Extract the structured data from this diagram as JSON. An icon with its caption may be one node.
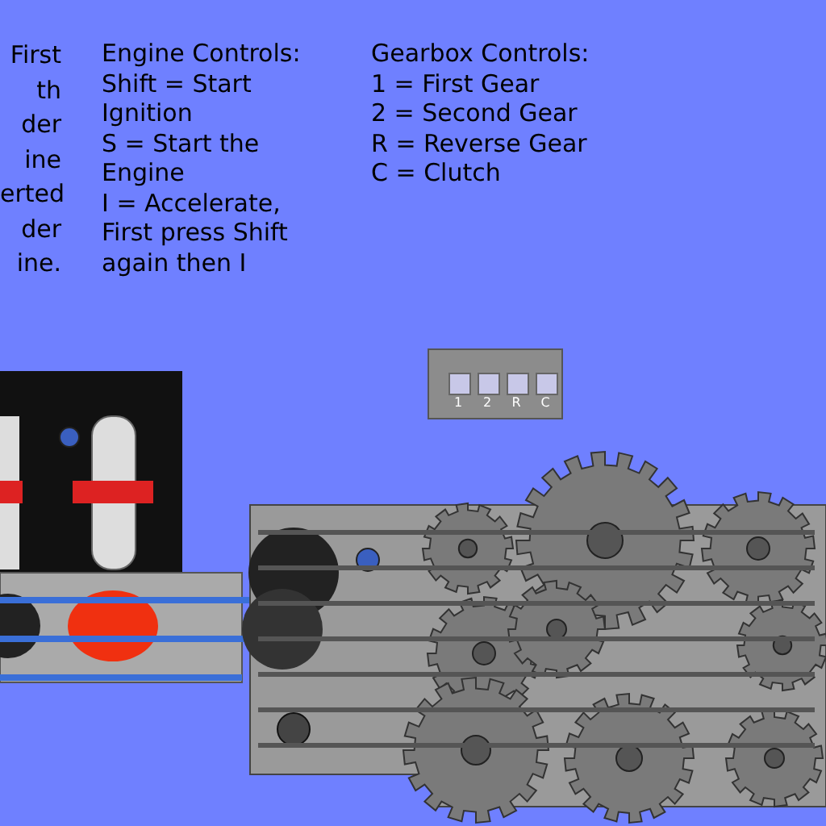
{
  "diagram": {
    "labels": [
      "First th der ine erted der ine.",
      "Engine Controls:",
      "Shift = Start Ignition",
      "S = Start the Engine",
      "I = Accelerate, First press Shift again then I",
      "Gearbox Controls:",
      "1 = First Gear",
      "2 = Second Gear",
      "R = Reverse Gear",
      "C = Clutch",
      "1",
      "2",
      "R",
      "C"
    ]
  }
}
